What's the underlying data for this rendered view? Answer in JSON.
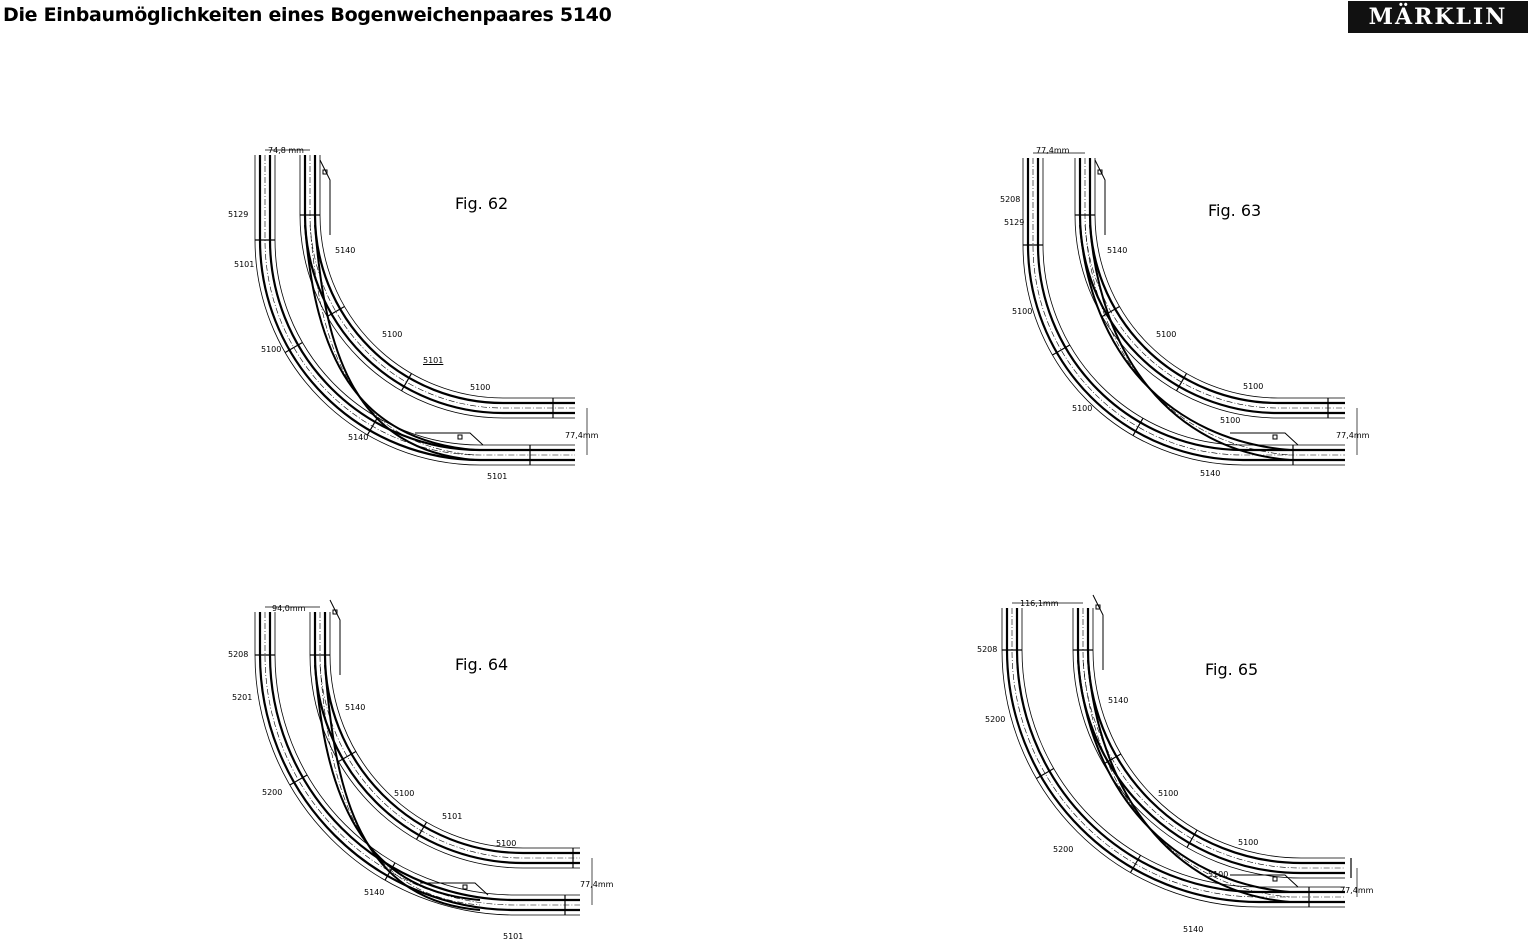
{
  "header": {
    "title": "Die Einbaumöglichkeiten eines Bogenweichenpaares 5140",
    "logo": "MÄRKLIN"
  },
  "figures": [
    {
      "name": "Fig. 62",
      "width_dim": "74,8 mm",
      "height_dim": "77,4mm",
      "labels": [
        "5129",
        "5101",
        "5140",
        "5100",
        "5100",
        "5101",
        "5100",
        "5140",
        "5101"
      ]
    },
    {
      "name": "Fig. 63",
      "width_dim": "77,4mm",
      "height_dim": "77,4mm",
      "labels": [
        "5208",
        "5129",
        "5140",
        "5100",
        "5100",
        "5100",
        "5100",
        "5100",
        "5140"
      ]
    },
    {
      "name": "Fig. 64",
      "width_dim": "94,0mm",
      "height_dim": "77,4mm",
      "labels": [
        "5208",
        "5201",
        "5140",
        "5200",
        "5100",
        "5101",
        "5100",
        "5140",
        "5101"
      ]
    },
    {
      "name": "Fig. 65",
      "width_dim": "116,1mm",
      "height_dim": "77,4mm",
      "labels": [
        "5208",
        "5200",
        "5140",
        "5100",
        "5100",
        "5200",
        "5100",
        "5140"
      ]
    }
  ]
}
